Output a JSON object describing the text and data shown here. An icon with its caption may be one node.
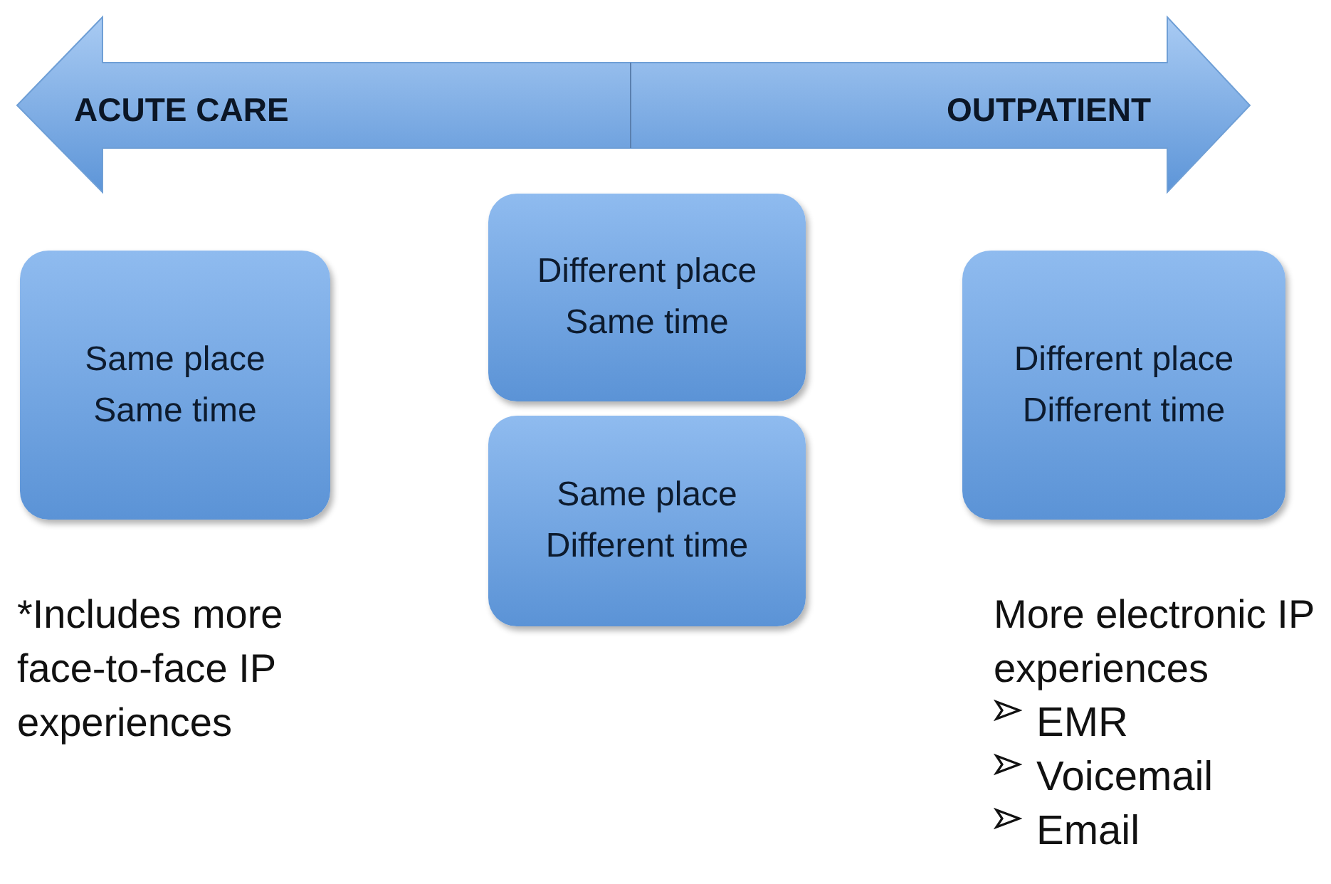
{
  "diagram": {
    "nodes": [
      {
        "text": [
          "Same place Same time"
        ],
        "beside": [
          "*Includes more face-to-face IP experiences"
        ]
      },
      {
        "text": [
          "Different place Same time"
        ]
      },
      {
        "text": [
          "Same place Different time"
        ]
      },
      {
        "text": [
          "Different place Different time"
        ],
        "beside": [
          "More electronic IP experiences",
          "EMR",
          "Voicemail",
          "Email"
        ]
      }
    ],
    "edges": [],
    "labels": [
      "ACUTE CARE",
      "OUTPATIENT"
    ]
  }
}
